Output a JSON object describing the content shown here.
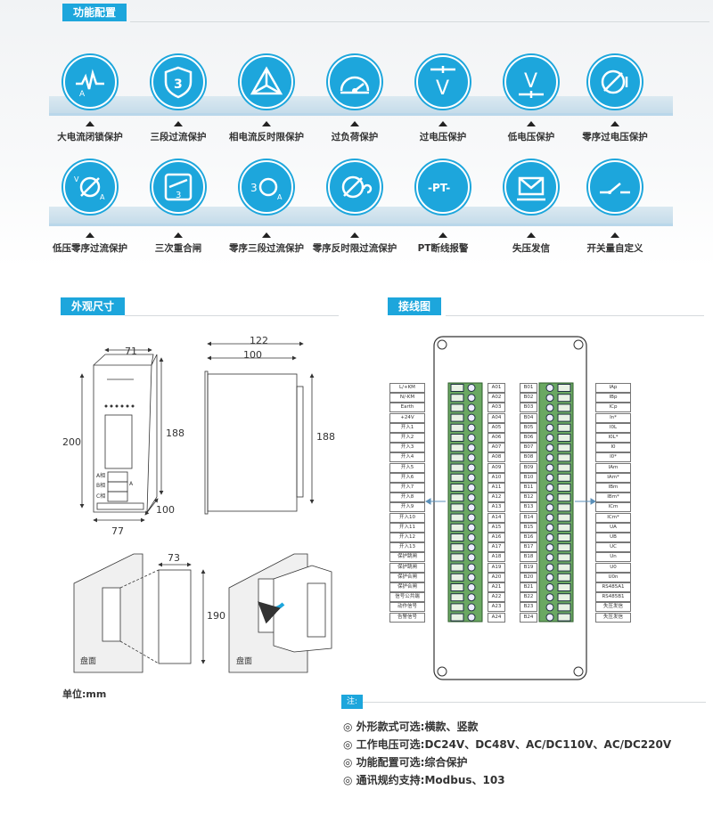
{
  "sections": {
    "functions": "功能配置",
    "dimensions": "外观尺寸",
    "wiring": "接线图"
  },
  "functions": [
    {
      "label": "大电流闭锁保护",
      "icon": "current-pulse-icon"
    },
    {
      "label": "三段过流保护",
      "icon": "shield-3-icon"
    },
    {
      "label": "相电流反时限保护",
      "icon": "triangle-icon"
    },
    {
      "label": "过负荷保护",
      "icon": "gauge-icon"
    },
    {
      "label": "过电压保护",
      "icon": "voltage-up-icon"
    },
    {
      "label": "低电压保护",
      "icon": "voltage-down-icon"
    },
    {
      "label": "零序过电压保护",
      "icon": "zero-seq-voltage-icon"
    },
    {
      "label": "低压零序过流保护",
      "icon": "low-voltage-zero-seq-icon"
    },
    {
      "label": "三次重合闸",
      "icon": "reclose-3-icon"
    },
    {
      "label": "零序三段过流保护",
      "icon": "zero-seq-3-icon"
    },
    {
      "label": "零序反时限过流保护",
      "icon": "zero-seq-inverse-icon"
    },
    {
      "label": "PT断线报警",
      "icon": "pt-icon"
    },
    {
      "label": "失压发信",
      "icon": "mail-icon"
    },
    {
      "label": "开关量自定义",
      "icon": "switch-icon"
    }
  ],
  "icon_text": {
    "a": "A",
    "three": "3",
    "v": "V",
    "pt": "-PT-"
  },
  "dims": {
    "w71": "71",
    "h200": "200",
    "h188": "188",
    "d100": "100",
    "w77": "77",
    "w122": "122",
    "w100": "100",
    "h188b": "188",
    "w73": "73",
    "h190": "190",
    "panel1": "盘面",
    "panel2": "盘面",
    "unit": "单位:mm",
    "phaseA": "A相",
    "phaseB": "B相",
    "phaseC": "C相",
    "amp": "A"
  },
  "wiring": {
    "left": [
      "L/+KM",
      "N/-KM",
      "Earth",
      "+24V",
      "开入1",
      "开入2",
      "开入3",
      "开入4",
      "开入5",
      "开入6",
      "开入7",
      "开入8",
      "开入9",
      "开入10",
      "开入11",
      "开入12",
      "开入13",
      "保护跳闸",
      "保护跳闸",
      "保护合闸",
      "保护合闸",
      "信号公共端",
      "动作信号",
      "告警信号"
    ],
    "a": [
      "A01",
      "A02",
      "A03",
      "A04",
      "A05",
      "A06",
      "A07",
      "A08",
      "A09",
      "A10",
      "A11",
      "A12",
      "A13",
      "A14",
      "A15",
      "A16",
      "A17",
      "A18",
      "A19",
      "A20",
      "A21",
      "A22",
      "A23",
      "A24"
    ],
    "b": [
      "B01",
      "B02",
      "B03",
      "B04",
      "B05",
      "B06",
      "B07",
      "B08",
      "B09",
      "B10",
      "B11",
      "B12",
      "B13",
      "B14",
      "B15",
      "B16",
      "B17",
      "B18",
      "B19",
      "B20",
      "B21",
      "B22",
      "B23",
      "B24"
    ],
    "right": [
      "IAp",
      "IBp",
      "ICp",
      "In*",
      "I0L",
      "I0L*",
      "I0",
      "I0*",
      "IAm",
      "IAm*",
      "IBm",
      "IBm*",
      "ICm",
      "ICm*",
      "UA",
      "UB",
      "UC",
      "Un",
      "U0",
      "U0n",
      "RS485A1",
      "RS485B1",
      "失压发信",
      "失压发信"
    ]
  },
  "notes": {
    "badge": "注:",
    "items": [
      "◎ 外形款式可选:横款、竖款",
      "◎ 工作电压可选:DC24V、DC48V、AC/DC110V、AC/DC220V",
      "◎ 功能配置可选:综合保护",
      "◎ 通讯规约支持:Modbus、103"
    ]
  },
  "colors": {
    "accent": "#1da6dc",
    "terminal": "#6aa862"
  }
}
